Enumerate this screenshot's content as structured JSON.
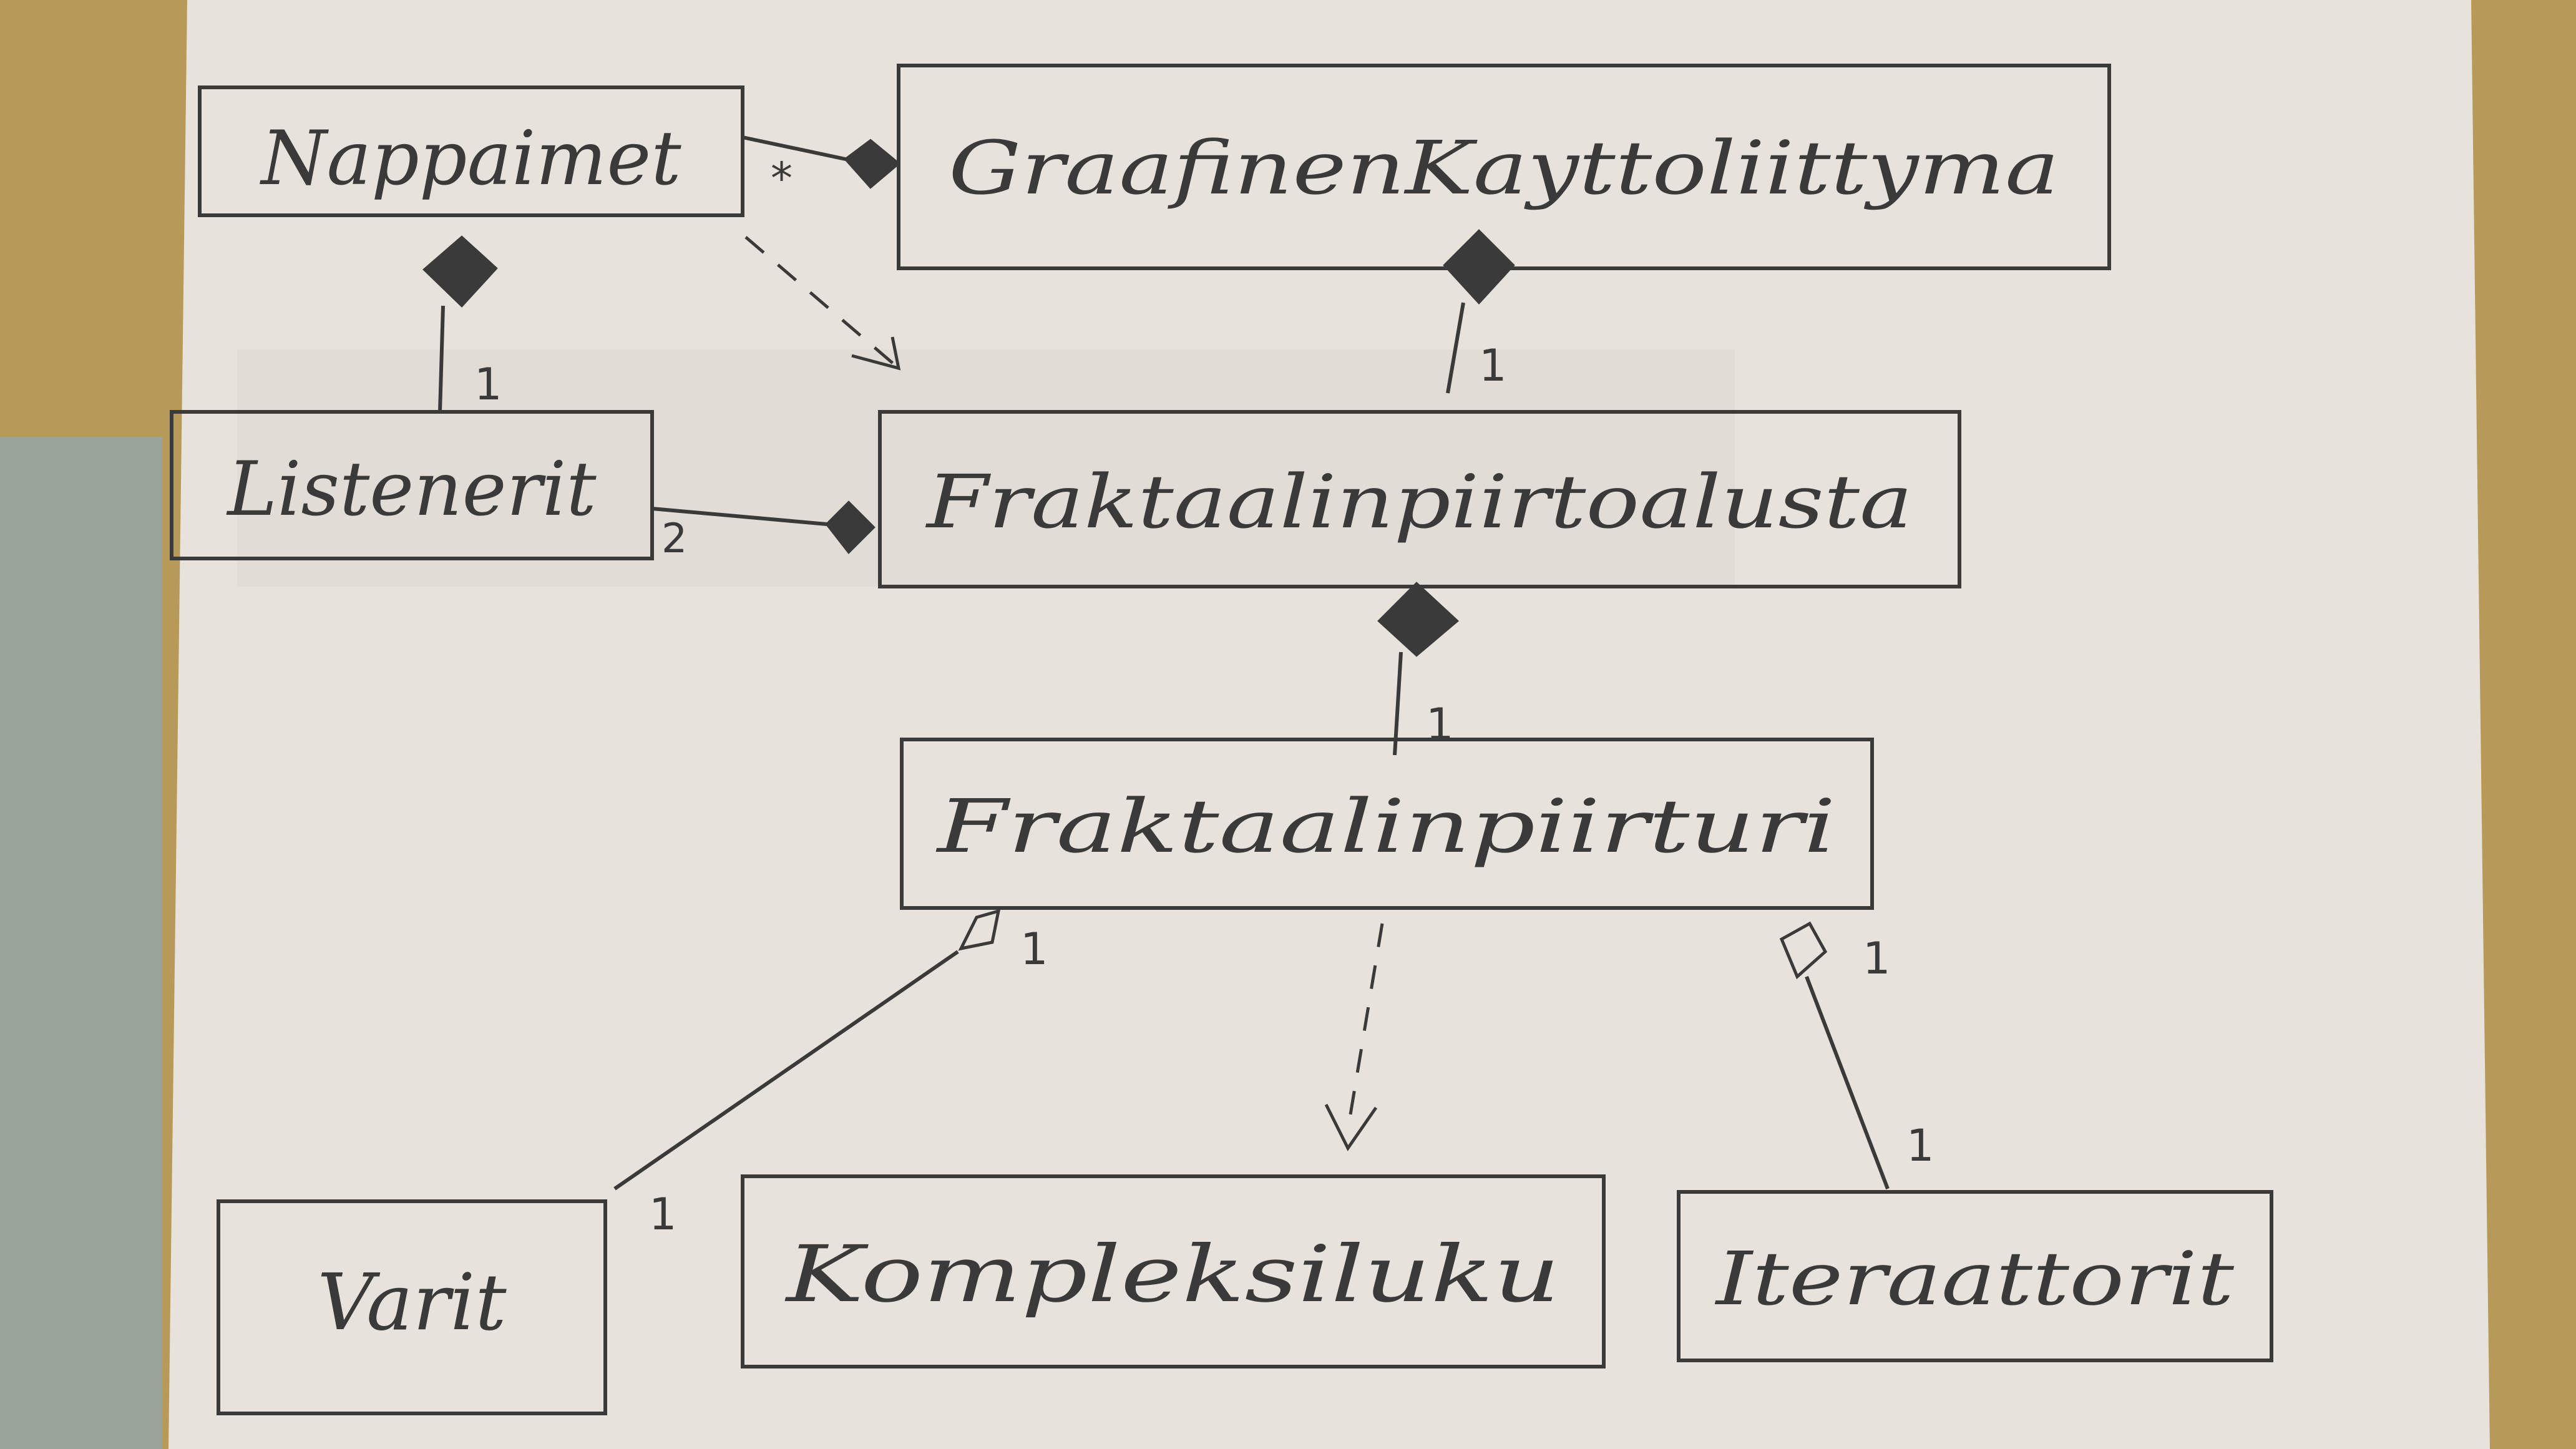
{
  "diagram": {
    "classes": {
      "nappaimet": "Nappaimet",
      "graafinen": "GraafinenKayttoliittyma",
      "listenerit": "Listenerit",
      "alusta": "Fraktaalinpiirtoalusta",
      "piirturi": "Fraktaalinpiirturi",
      "varit": "Varit",
      "kompleksiluku": "Kompleksiluku",
      "iteraattorit": "Iteraattorit"
    },
    "multiplicities": {
      "nappaimet_graafinen": "*",
      "nappaimet_listenerit": "1",
      "graafinen_alusta": "1",
      "listenerit_alusta": "2",
      "alusta_piirturi": "1",
      "piirturi_varit_top": "1",
      "varit_bottom": "1",
      "piirturi_iteraattorit_top": "1",
      "iteraattorit_bottom": "1"
    }
  },
  "colors": {
    "paper": "#e7e2dc",
    "ink": "#3a3a3a",
    "fabric": "#b59a5e"
  }
}
